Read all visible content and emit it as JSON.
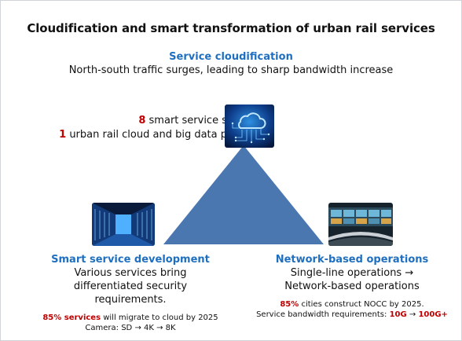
{
  "title": "Cloudification and smart transformation of urban rail services",
  "top": {
    "heading": "Service cloudification",
    "description": "North-south traffic surges, leading to sharp bandwidth increase"
  },
  "left_top": {
    "line1_num": "8",
    "line1_text": " smart service systems",
    "line2_num": "1",
    "line2_text": " urban rail cloud and big data platform"
  },
  "left_bottom": {
    "heading": "Smart service development",
    "description": "Various services bring differentiated security requirements.",
    "stat_highlight": "85% services",
    "stat_text": " will migrate to cloud by 2025",
    "camera_text": "Camera: SD → 4K → 8K"
  },
  "right_bottom": {
    "heading": "Network-based operations",
    "description": "Single-line operations → Network-based operations",
    "stat_highlight": "85%",
    "stat_text": " cities construct NOCC by 2025.",
    "bandwidth_prefix": "Service bandwidth requirements: ",
    "bandwidth_from": "10G",
    "bandwidth_arrow": " → ",
    "bandwidth_to": "100G+"
  },
  "colors": {
    "accent_blue": "#1f6fc0",
    "triangle": "#4a77b0",
    "highlight_red": "#c00000"
  }
}
